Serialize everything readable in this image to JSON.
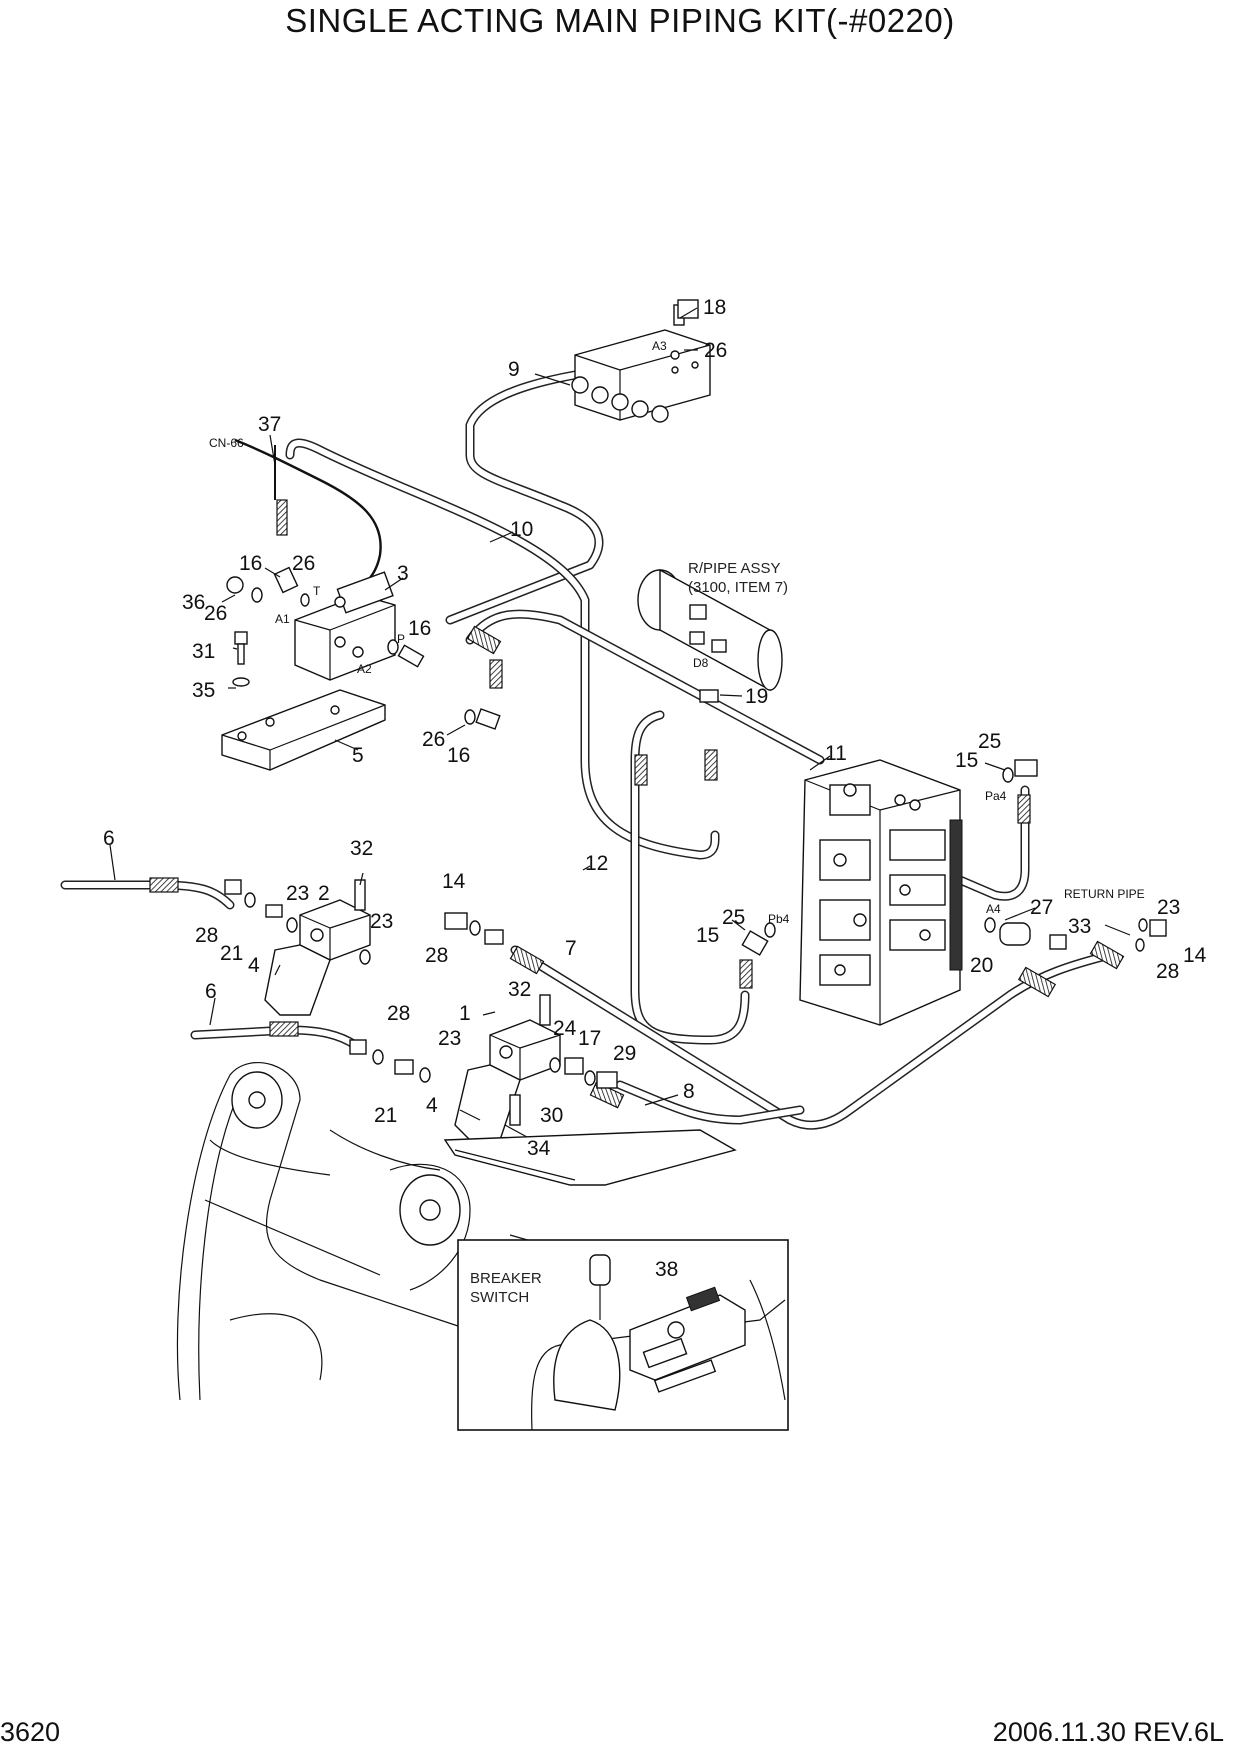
{
  "title": "SINGLE ACTING MAIN PIPING KIT(-#0220)",
  "page_number": "3620",
  "date_revision": "2006.11.30  REV.6L",
  "annotations": {
    "rpipe_line1": "R/PIPE ASSY",
    "rpipe_line2": "(3100, ITEM 7)",
    "return_pipe": "RETURN PIPE",
    "breaker_line1": "BREAKER",
    "breaker_line2": "SWITCH",
    "connector": "CN-66"
  },
  "port_labels": {
    "a1": "A1",
    "a2": "A2",
    "a3": "A3",
    "a4": "A4",
    "p": "P",
    "t": "T",
    "d8": "D8",
    "pa4": "Pa4",
    "pb4": "Pb4"
  },
  "callouts": [
    "18",
    "26",
    "9",
    "37",
    "10",
    "16",
    "26",
    "3",
    "36",
    "26",
    "16",
    "31",
    "35",
    "26",
    "16",
    "5",
    "19",
    "11",
    "25",
    "15",
    "6",
    "32",
    "23",
    "2",
    "23",
    "28",
    "21",
    "4",
    "14",
    "28",
    "7",
    "12",
    "25",
    "15",
    "27",
    "23",
    "33",
    "14",
    "20",
    "28",
    "6",
    "28",
    "32",
    "1",
    "24",
    "17",
    "23",
    "29",
    "21",
    "4",
    "30",
    "34",
    "8",
    "38"
  ]
}
